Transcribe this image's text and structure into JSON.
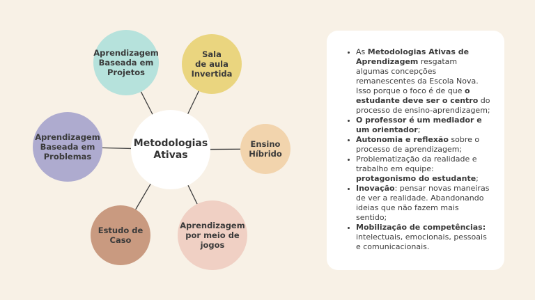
{
  "diagram": {
    "center": {
      "line1": "Metodologias",
      "line2": "Ativas",
      "color": "#ffffff"
    },
    "nodes": [
      {
        "id": "projetos",
        "label": [
          "Aprendizagem",
          "Baseada em",
          "Projetos"
        ],
        "color": "#b6e2dc"
      },
      {
        "id": "sala-invertida",
        "label": [
          "Sala",
          "de aula",
          "Invertida"
        ],
        "color": "#ead57f"
      },
      {
        "id": "ensino-hibrido",
        "label": [
          "Ensino",
          "Híbrido"
        ],
        "color": "#f2d4ad"
      },
      {
        "id": "jogos",
        "label": [
          "Aprendizagem",
          "por meio de",
          "jogos"
        ],
        "color": "#f0d0c4"
      },
      {
        "id": "estudo-caso",
        "label": [
          "Estudo de",
          "Caso"
        ],
        "color": "#c99a80"
      },
      {
        "id": "problemas",
        "label": [
          "Aprendizagem",
          "Baseada em",
          "Problemas"
        ],
        "color": "#aeabcf"
      }
    ],
    "connector_color": "#3d3d3d"
  },
  "card": {
    "bullets": [
      [
        {
          "t": "As ",
          "b": false
        },
        {
          "t": "Metodologias Ativas de Aprendizagem",
          "b": true
        },
        {
          "t": " resgatam algumas concepções remanescentes da Escola Nova. Isso porque o foco é de que ",
          "b": false
        },
        {
          "t": "o estudante deve ser o centro",
          "b": true
        },
        {
          "t": " do processo de ensino-aprendizagem;",
          "b": false
        }
      ],
      [
        {
          "t": "O professor é um mediador e um orientador",
          "b": true
        },
        {
          "t": ";",
          "b": false
        }
      ],
      [
        {
          "t": "Autonomia e reflexão",
          "b": true
        },
        {
          "t": " sobre o processo de aprendizagem;",
          "b": false
        }
      ],
      [
        {
          "t": "Problematização da realidade e trabalho em equipe: ",
          "b": false
        },
        {
          "t": "protagonismo do estudante",
          "b": true
        },
        {
          "t": ";",
          "b": false
        }
      ],
      [
        {
          "t": "Inovação",
          "b": true
        },
        {
          "t": ": pensar novas maneiras de ver a realidade. Abandonando ideias que não fazem mais sentido;",
          "b": false
        }
      ],
      [
        {
          "t": "Mobilização de competências:",
          "b": true
        },
        {
          "t": " intelectuais, emocionais, pessoais e comunicacionais.",
          "b": false
        }
      ]
    ]
  }
}
